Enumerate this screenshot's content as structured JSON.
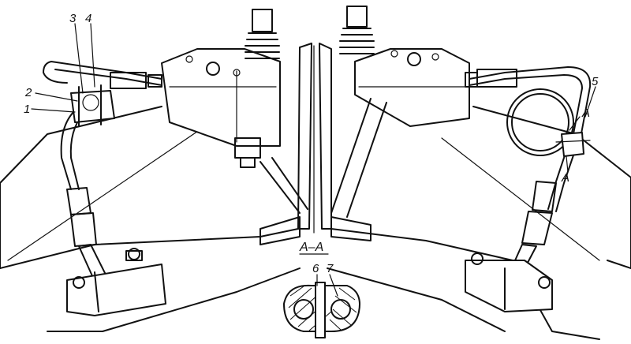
{
  "callouts": {
    "c1": "1",
    "c2": "2",
    "c3": "3",
    "c4": "4",
    "c5": "5",
    "c6": "6",
    "c7": "7"
  },
  "section_marks": {
    "left": "A",
    "right": "A"
  },
  "section_title": "A–A"
}
